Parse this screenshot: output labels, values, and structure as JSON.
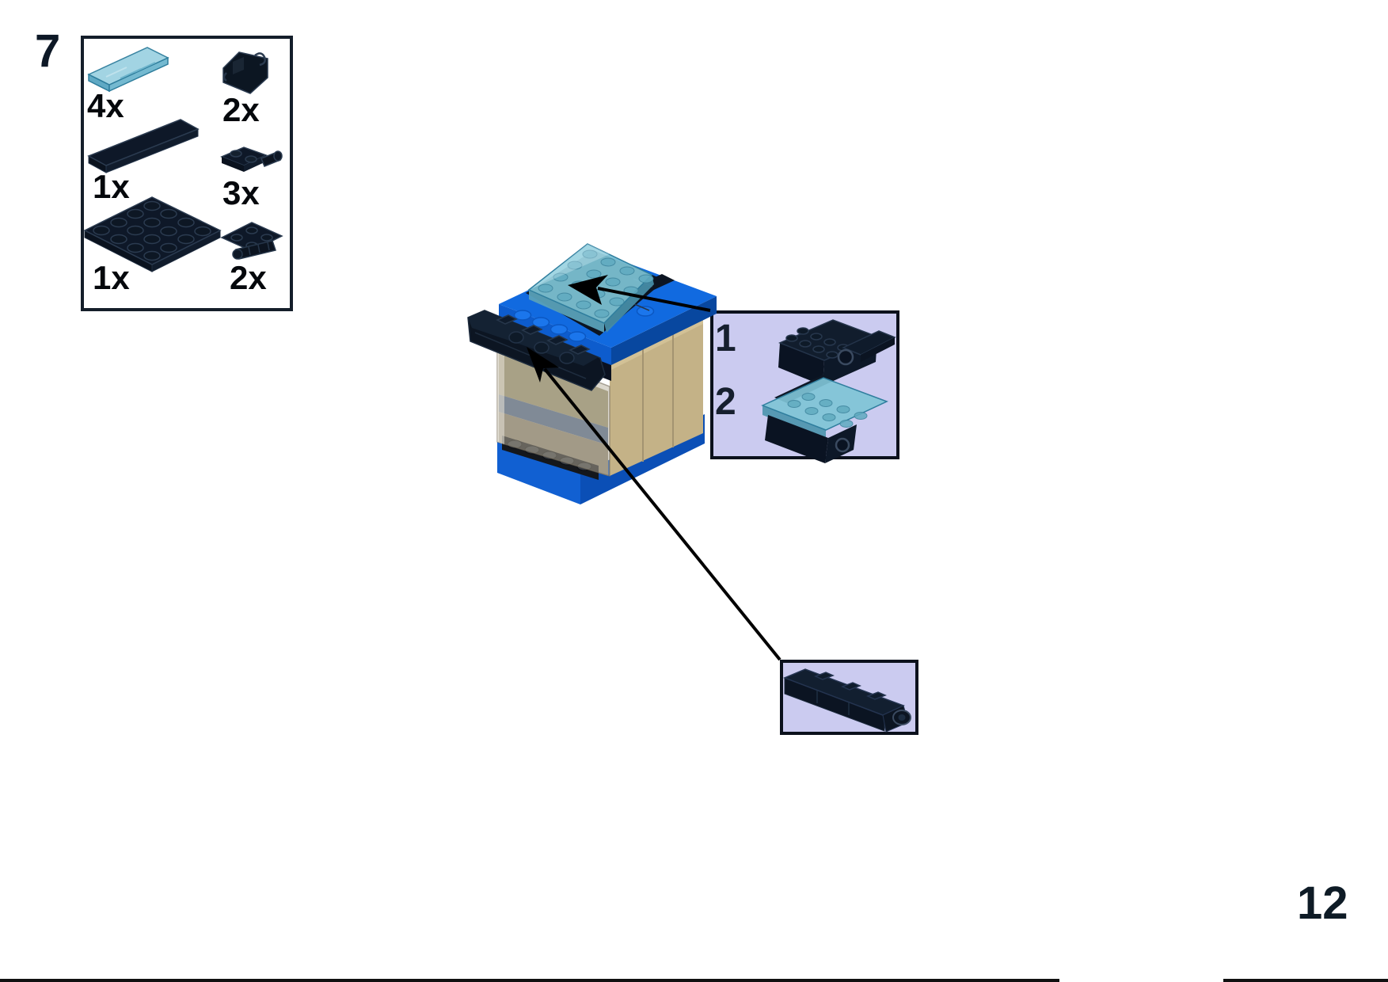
{
  "page": {
    "kind": "building-instructions-page",
    "step_number": "7",
    "page_number": "12"
  },
  "parts_box": {
    "items": [
      {
        "part": "trans-light-blue-tile-1x4",
        "qty": "4x"
      },
      {
        "part": "black-clip-plate-1x2",
        "qty": "2x"
      },
      {
        "part": "black-tile-1x8",
        "qty": "1x"
      },
      {
        "part": "black-plate-1x2-with-handle",
        "qty": "3x"
      },
      {
        "part": "black-plate-4x4",
        "qty": "1x"
      },
      {
        "part": "black-hinge-plate-2x2",
        "qty": "2x"
      }
    ]
  },
  "callouts": {
    "substep_1": "1",
    "substep_2": "2"
  },
  "colors": {
    "lego_blue_top": "#116ae0",
    "lego_blue_side": "#08479f",
    "tan": "#c4b287",
    "trans_light_blue": "#7fc4d6",
    "black_piece": "#0c1522",
    "callout_bg": "#cbcbf0",
    "interior_slate_blue": "#47628e",
    "text": "#05080c"
  }
}
